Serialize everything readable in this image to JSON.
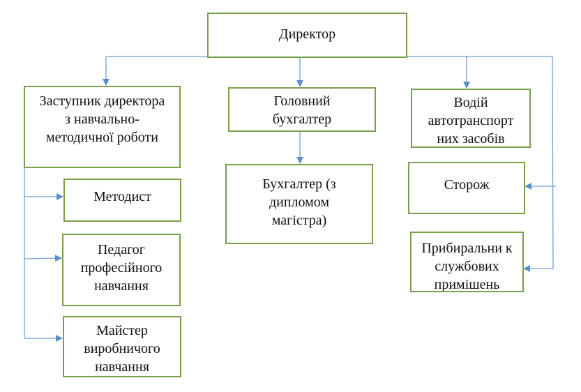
{
  "diagram": {
    "colors": {
      "box_border": "#77a04b",
      "connector": "#5b8fc9"
    },
    "nodes": {
      "director": "Директор",
      "deputy": "Заступник директора   з навчально-методичної роботи",
      "chief_accountant": "Головний бухгалтер",
      "driver": "Водій автотранспорт них засобів",
      "accountant": "Бухгалтер (з дипломом магістра)",
      "watchman": "Сторож",
      "cleaner": "Прибиральни к службових примішень",
      "methodist": "Методист",
      "vocational_teacher": "Педагог професійного навчання",
      "master": "Майстер виробничого навчання"
    }
  }
}
